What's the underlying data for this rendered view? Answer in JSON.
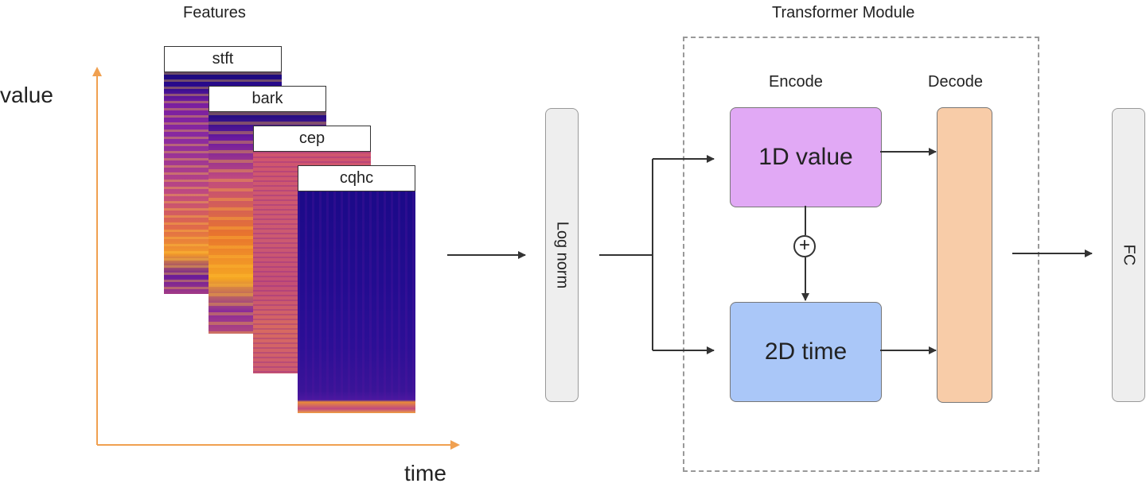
{
  "features": {
    "title": "Features",
    "cards": [
      {
        "label": "stft"
      },
      {
        "label": "bark"
      },
      {
        "label": "cep"
      },
      {
        "label": "cqhc"
      }
    ]
  },
  "axes": {
    "y_label": "value",
    "x_label": "time",
    "color": "#f0a050"
  },
  "log_norm": {
    "label": "Log norm"
  },
  "transformer": {
    "title": "Transformer Module",
    "encode_label": "Encode",
    "decode_label": "Decode",
    "value_block": {
      "label": "1D value",
      "color": "#e1a9f5"
    },
    "time_block": {
      "label": "2D time",
      "color": "#aac7f8"
    },
    "decode_color": "#f8cca8",
    "combine_symbol": "+"
  },
  "fc": {
    "label": "FC"
  }
}
